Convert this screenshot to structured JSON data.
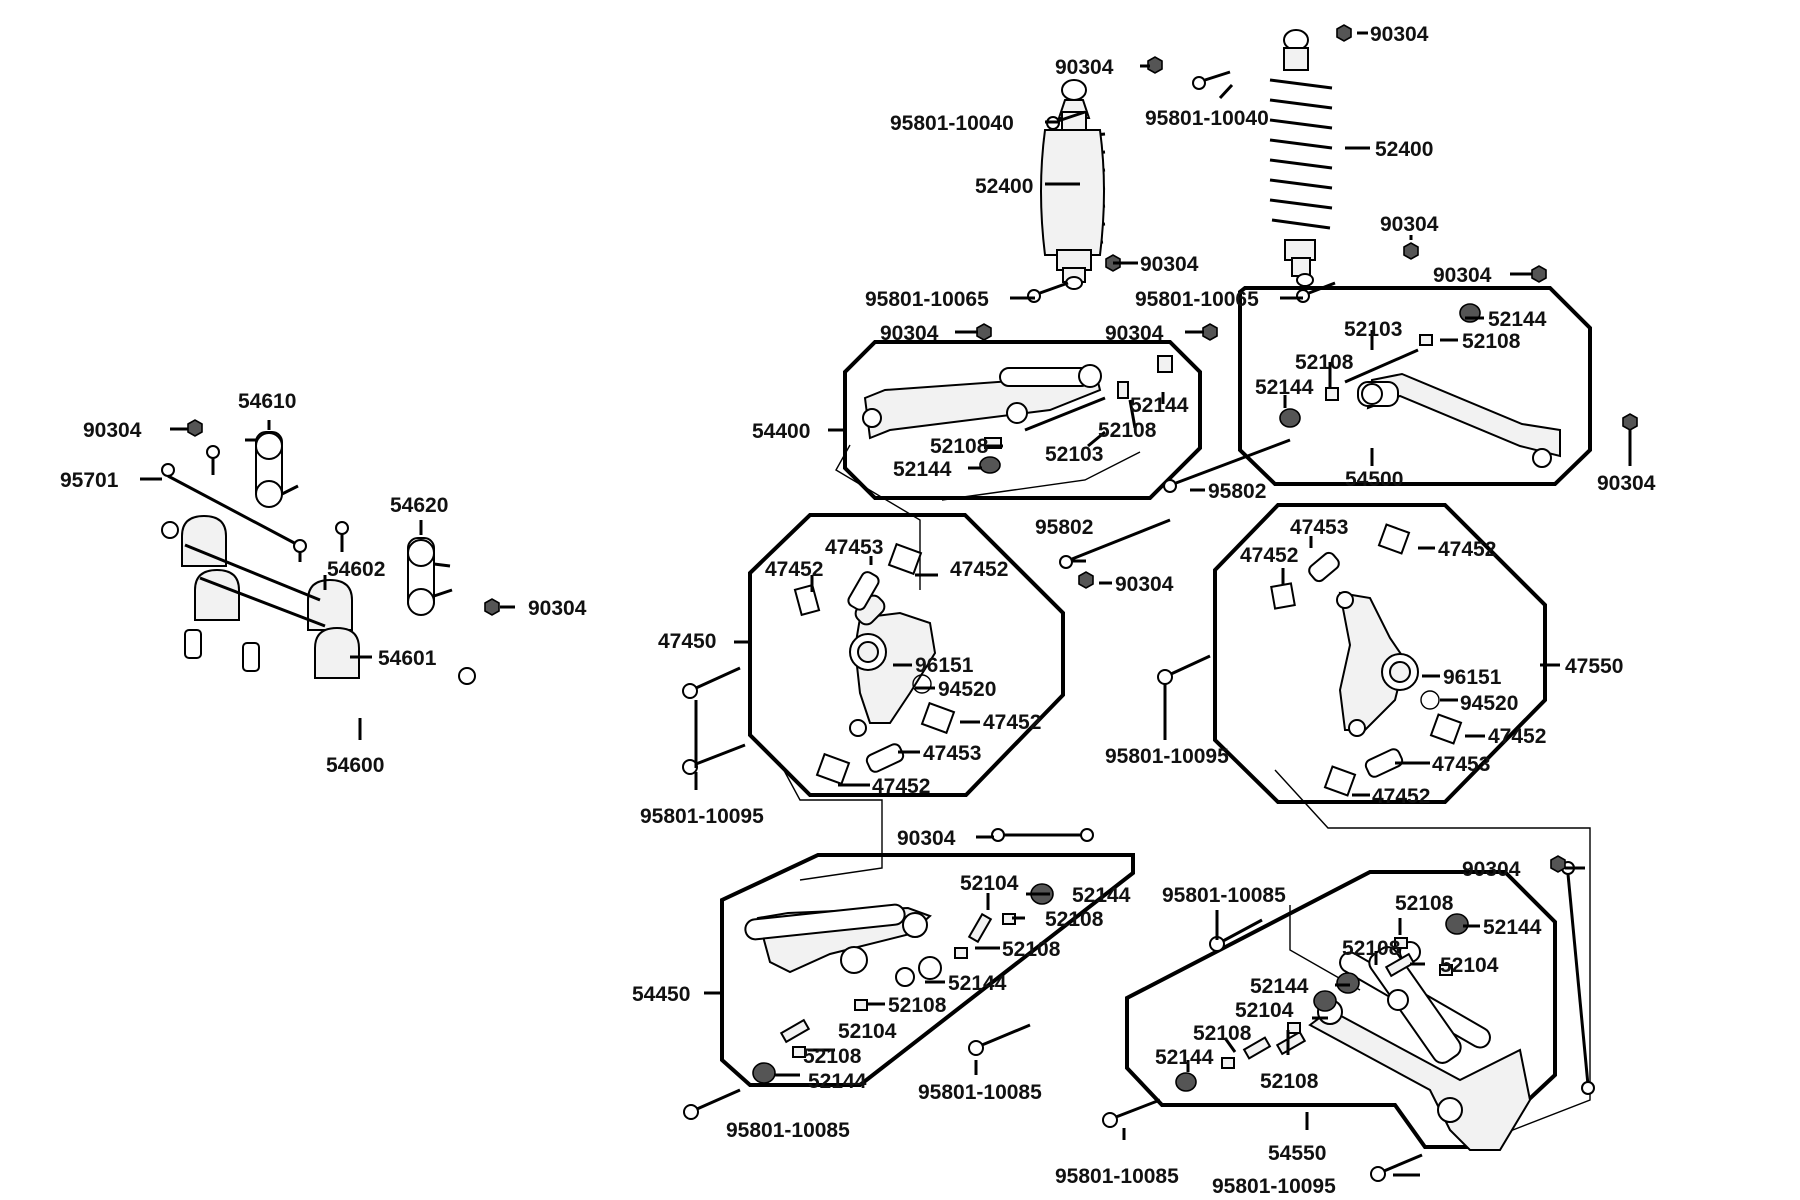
{
  "labels": {
    "p_90304": "90304",
    "p_95801_10040": "95801-10040",
    "p_52400": "52400",
    "p_95801_10065": "95801-10065",
    "p_54400": "54400",
    "p_52108": "52108",
    "p_52144": "52144",
    "p_52103": "52103",
    "p_54500": "54500",
    "p_95802": "95802",
    "p_47450": "47450",
    "p_47452": "47452",
    "p_47453": "47453",
    "p_96151": "96151",
    "p_94520": "94520",
    "p_47550": "47550",
    "p_95801_10095": "95801-10095",
    "p_54450": "54450",
    "p_52104": "52104",
    "p_95801_10085": "95801-10085",
    "p_54550": "54550",
    "p_54610": "54610",
    "p_95701": "95701",
    "p_54620": "54620",
    "p_54602": "54602",
    "p_54601": "54601",
    "p_54600": "54600"
  }
}
